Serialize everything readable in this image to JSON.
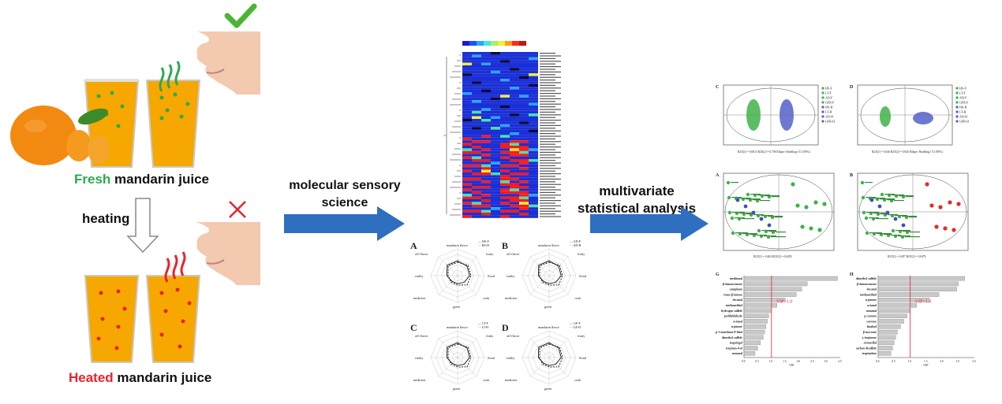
{
  "left": {
    "fresh_word": "Fresh",
    "fresh_rest": " mandarin juice",
    "heating": "heating",
    "heated_word": "Heated",
    "heated_rest": " mandarin juice",
    "check_icon": "check-mark",
    "cross_icon": "cross-mark",
    "colors": {
      "fresh": "#2fa84f",
      "heated": "#e8232a",
      "juice": "#f6a800",
      "arrow_fill": "#2f6fc0"
    }
  },
  "arrows": {
    "first": [
      "molecular sensory",
      "science"
    ],
    "second": [
      "multivariate",
      "statistical analysis"
    ]
  },
  "radar": {
    "panels": [
      {
        "letter": "A",
        "legend": [
          "— HS-F",
          "- - HS-H"
        ]
      },
      {
        "letter": "B",
        "legend": [
          "— AD-F",
          "- - AD-H"
        ]
      },
      {
        "letter": "C",
        "legend": [
          "— LT-F",
          "- - LT-H"
        ]
      },
      {
        "letter": "D",
        "legend": [
          "— GF-F",
          "- - GF-H"
        ]
      }
    ],
    "axes": [
      "mandarin flavor",
      "fruity",
      "floral",
      "cook",
      "green",
      "medicine",
      "earthy",
      "off-flavor"
    ]
  },
  "score_plots": [
    {
      "letter": "C",
      "legend": [
        "HS-F",
        "LT-F",
        "AD-F",
        "GFR-F",
        "HS-H",
        "LT-H",
        "AD-H",
        "GFR-H"
      ],
      "caption": "R2X[1] = 0.0613    R2X[2] = 0.758    Ellipse: Hotelling's T2 (95%)"
    },
    {
      "letter": "D",
      "legend": [
        "HS-F",
        "LT-F",
        "AD-F",
        "GFR-F",
        "HS-H",
        "LT-H",
        "AD-H",
        "GFR-H"
      ],
      "caption": "R2X[1] = 0.636    R2X[2] = 0.826    Ellipse: Hotelling's T2 (95%)"
    }
  ],
  "loading_plots": [
    {
      "letter": "A",
      "caption": "R2X[1] = 0.404  R2X[2] = 0.0459"
    },
    {
      "letter": "B",
      "caption": "R2X[1] = 0.497  R2X[2] = 0.0479"
    }
  ],
  "vip": [
    {
      "letter": "G",
      "threshold_label": "VIP>1.0",
      "axis_title": "VIP",
      "ticks": [
        "0.0",
        "0.5",
        "1.0",
        "1.5",
        "2.0",
        "2.5",
        "3.0",
        "3.5"
      ],
      "items": [
        {
          "name": "methional",
          "value": 3.4
        },
        {
          "name": "β-damascenone",
          "value": 2.3
        },
        {
          "name": "camphene",
          "value": 2.1
        },
        {
          "name": "trans-β-ionone",
          "value": 1.9
        },
        {
          "name": "decanal",
          "value": 1.5
        },
        {
          "name": "methanethiol",
          "value": 1.2
        },
        {
          "name": "hydrogen sulfide",
          "value": 1.0
        },
        {
          "name": "perillaldehyde",
          "value": 0.9
        },
        {
          "name": "octanal",
          "value": 0.85
        },
        {
          "name": "α-pinene",
          "value": 0.8
        },
        {
          "name": "p-1-menthene-8-thiol",
          "value": 0.75
        },
        {
          "name": "dimethyl sulfide",
          "value": 0.7
        },
        {
          "name": "isopulegol",
          "value": 0.6
        },
        {
          "name": "terpinen-4-ol",
          "value": 0.5
        },
        {
          "name": "nonanal",
          "value": 0.4
        }
      ]
    },
    {
      "letter": "H",
      "threshold_label": "VIP>1.0",
      "axis_title": "VIP",
      "ticks": [
        "0.0",
        "0.5",
        "1.0",
        "1.5",
        "2.0",
        "2.5",
        "3.0"
      ],
      "items": [
        {
          "name": "dimethyl sulfide",
          "value": 2.7
        },
        {
          "name": "β-damascenone",
          "value": 2.5
        },
        {
          "name": "decanal",
          "value": 2.45
        },
        {
          "name": "methanethiol",
          "value": 1.9
        },
        {
          "name": "α-pinene",
          "value": 1.6
        },
        {
          "name": "octanal",
          "value": 1.2
        },
        {
          "name": "nonanal",
          "value": 1.0
        },
        {
          "name": "p-cymene",
          "value": 0.9
        },
        {
          "name": "carvone",
          "value": 0.8
        },
        {
          "name": "linalool",
          "value": 0.7
        },
        {
          "name": "β-myrcene",
          "value": 0.6
        },
        {
          "name": "γ-terpinene",
          "value": 0.55
        },
        {
          "name": "citronellal",
          "value": 0.5
        },
        {
          "name": "carbon disulfide",
          "value": 0.45
        },
        {
          "name": "terpinolene",
          "value": 0.4
        }
      ]
    }
  ]
}
